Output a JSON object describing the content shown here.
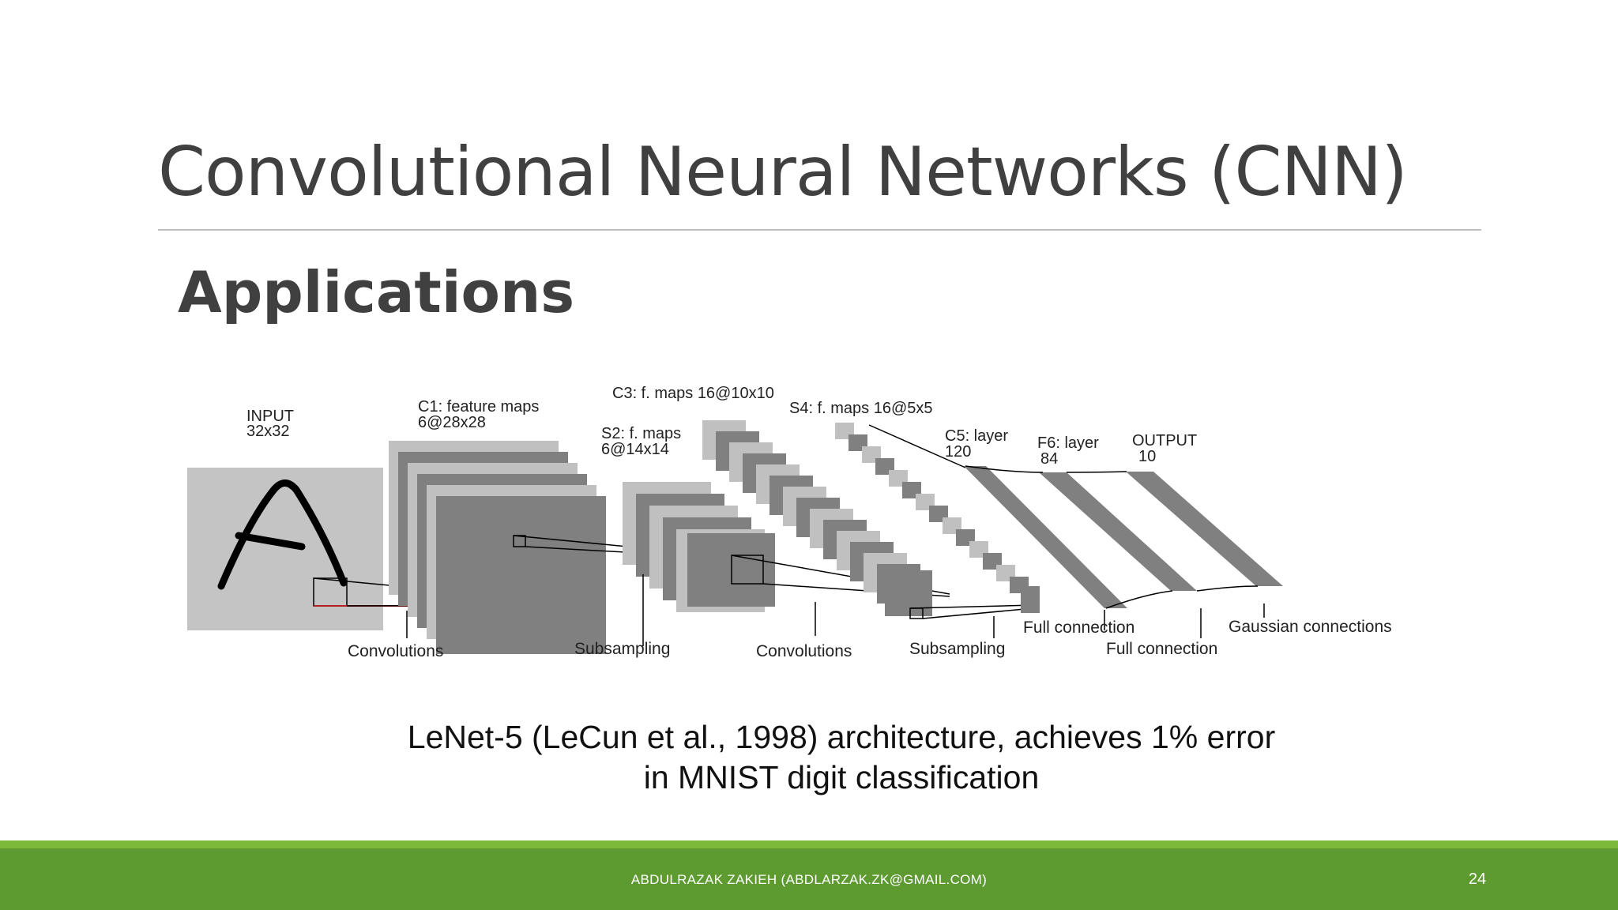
{
  "slide": {
    "title": "Convolutional Neural Networks (CNN)",
    "subtitle": "Applications"
  },
  "figure": {
    "input_label": "INPUT",
    "input_size": "32x32",
    "c1_label": "C1: feature maps",
    "c1_size": "6@28x28",
    "s2_label": "S2: f. maps",
    "s2_size": "6@14x14",
    "c3_label": "C3: f. maps 16@10x10",
    "s4_label": "S4: f. maps 16@5x5",
    "c5_label": "C5: layer",
    "c5_size": "120",
    "f6_label": "F6: layer",
    "f6_size": "84",
    "output_label": "OUTPUT",
    "output_size": "10",
    "op_convolutions_1": "Convolutions",
    "op_subsampling_1": "Subsampling",
    "op_convolutions_2": "Convolutions",
    "op_subsampling_2": "Subsampling",
    "op_full_connection_1": "Full connection",
    "op_full_connection_2": "Full connection",
    "op_gaussian": "Gaussian connections",
    "caption_line1": "LeNet-5 (LeCun et al., 1998) architecture, achieves 1% error",
    "caption_line2": "in MNIST digit classification"
  },
  "footer": {
    "author": "ABDULRAZAK ZAKIEH (ABDLARZAK.ZK@GMAIL.COM)",
    "page_number": "24"
  },
  "colors": {
    "title_text": "#404040",
    "footer_green": "#5d9a30",
    "footer_accent": "#7cb83a",
    "map_dark": "#808080",
    "map_light": "#c0c0c0"
  }
}
